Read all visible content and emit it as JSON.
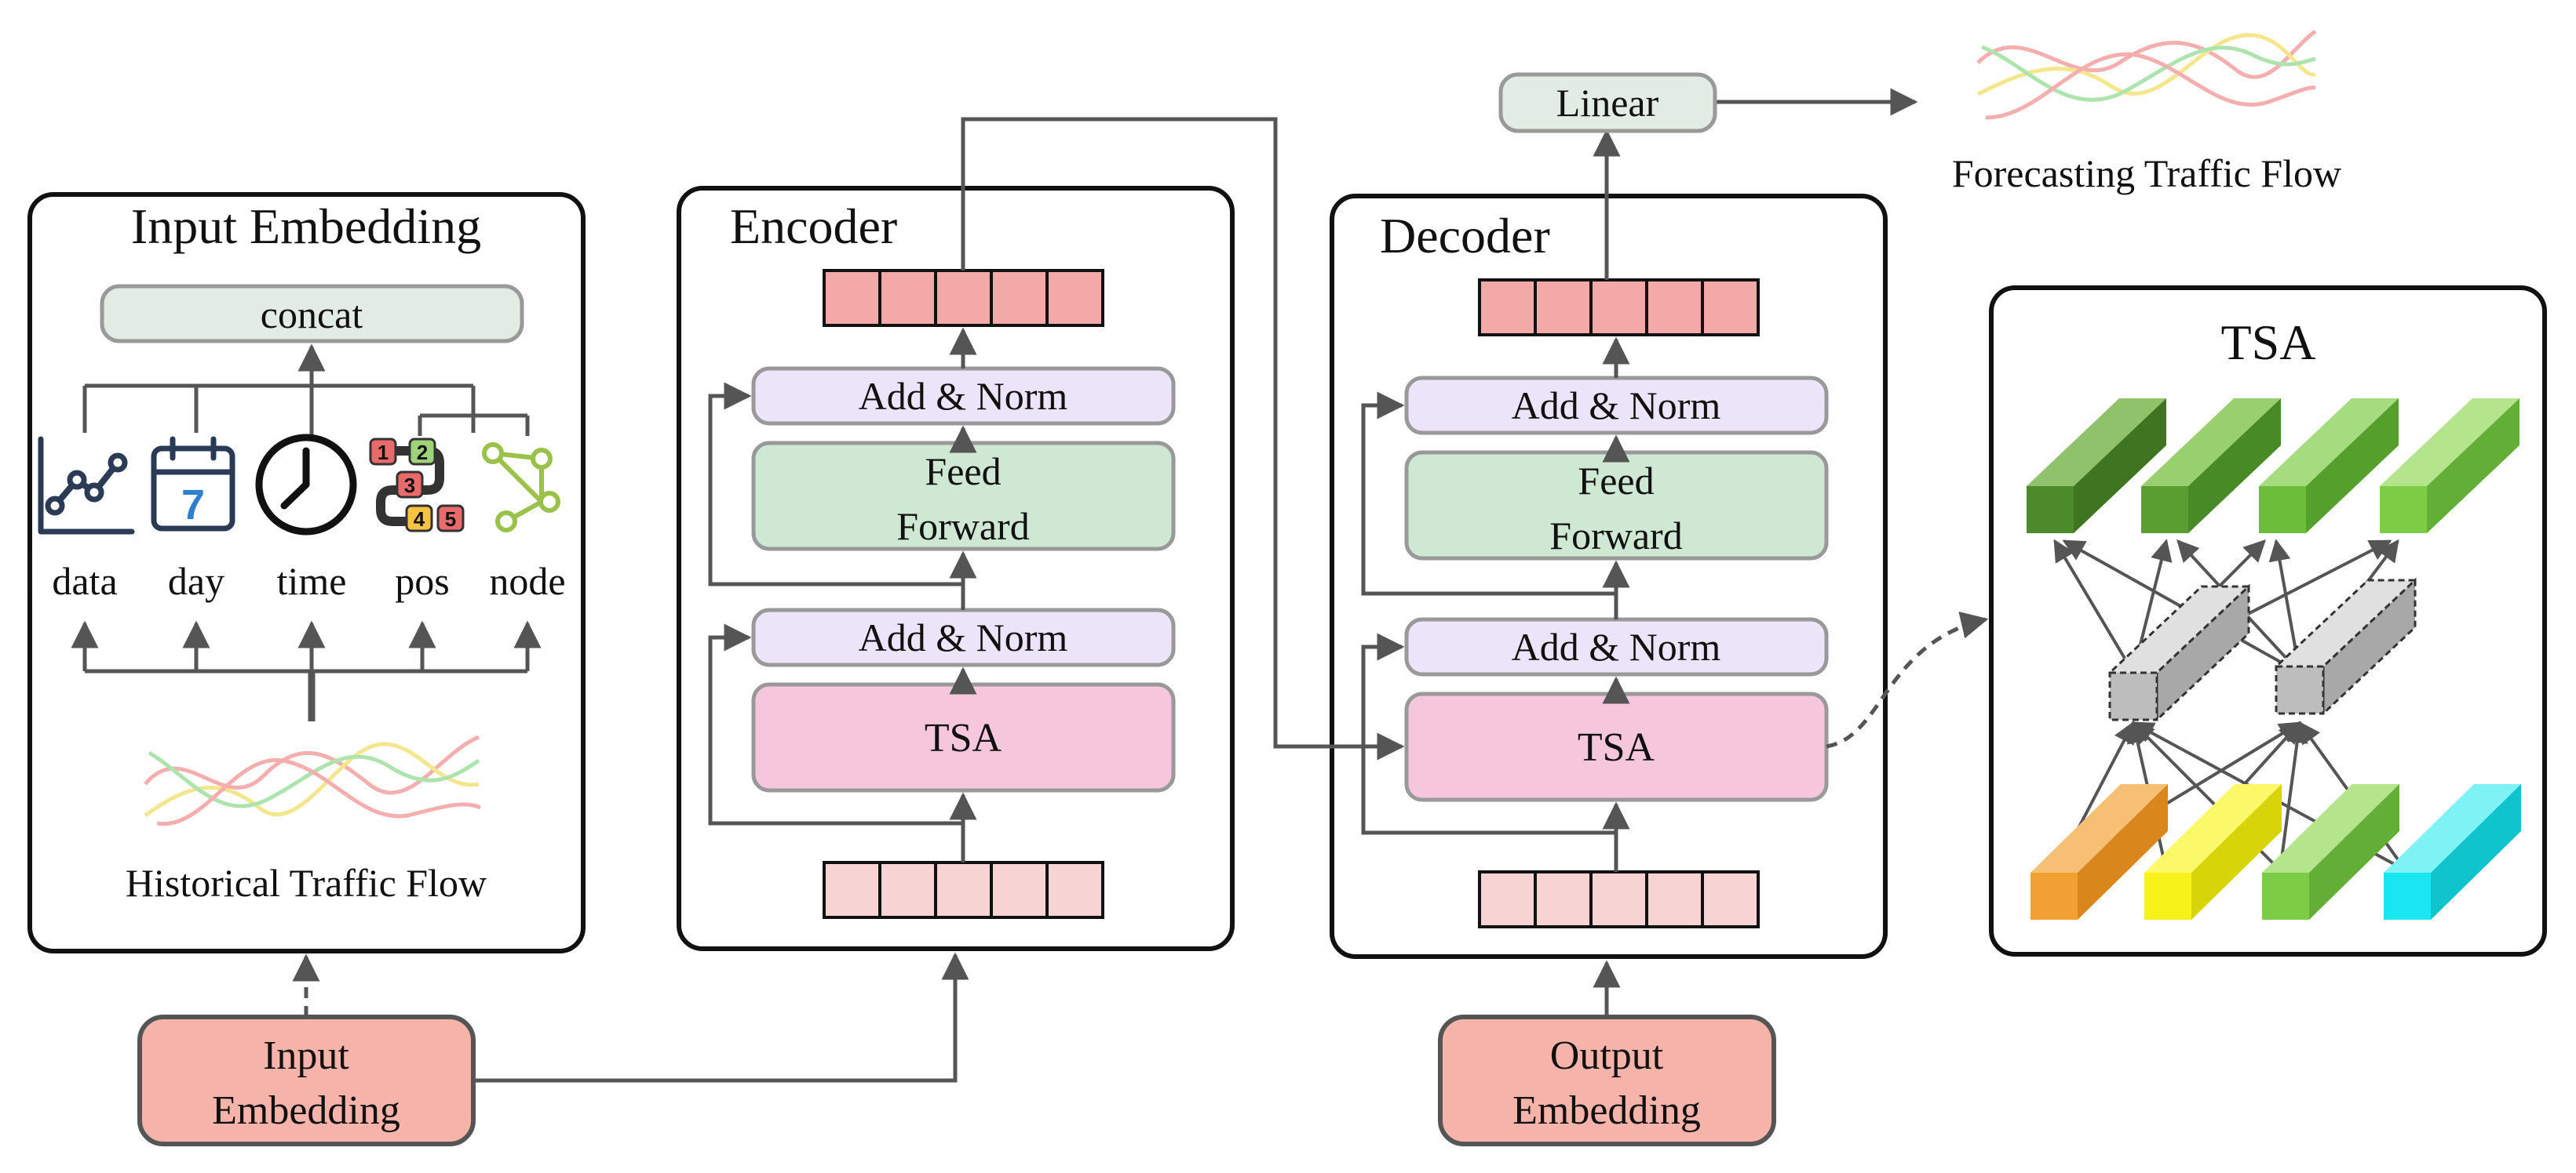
{
  "colors": {
    "panel_border": "#111111",
    "concat_fill": "#e3ebe5",
    "norm_fill": "#ece4f8",
    "ff_fill": "#cfe8d3",
    "tsa_fill": "#f6c7dc",
    "embed_fill": "#f5b3aa",
    "token_out_fill": "#f4a9a9",
    "token_in_fill": "#f8d3d3",
    "linear_fill": "#e3ebe5",
    "arrow": "#555555",
    "wave_red": "#f4a0a0",
    "wave_yellow": "#f3e27a",
    "wave_green": "#9fe0a0"
  },
  "input_panel": {
    "title": "Input Embedding",
    "concat": "concat",
    "features": [
      {
        "label": "data",
        "icon": "line-chart-icon"
      },
      {
        "label": "day",
        "icon": "calendar-icon"
      },
      {
        "label": "time",
        "icon": "clock-icon"
      },
      {
        "label": "pos",
        "icon": "position-icon"
      },
      {
        "label": "node",
        "icon": "graph-node-icon"
      }
    ],
    "calendar_number": "7",
    "position_numbers": [
      "1",
      "2",
      "3",
      "4",
      "5"
    ],
    "caption": "Historical Traffic Flow"
  },
  "encoder": {
    "title": "Encoder",
    "add_norm_top": "Add & Norm",
    "feed_forward": [
      "Feed",
      "Forward"
    ],
    "add_norm_bottom": "Add & Norm",
    "tsa": "TSA"
  },
  "decoder": {
    "title": "Decoder",
    "add_norm_top": "Add & Norm",
    "feed_forward": [
      "Feed",
      "Forward"
    ],
    "add_norm_bottom": "Add & Norm",
    "tsa": "TSA"
  },
  "input_embedding_box": [
    "Input",
    "Embedding"
  ],
  "output_embedding_box": [
    "Output",
    "Embedding"
  ],
  "linear": "Linear",
  "forecast_caption": "Forecasting Traffic Flow",
  "tsa_panel": {
    "title": "TSA",
    "top_colors": [
      "#4d8a2c",
      "#5a9e32",
      "#6bbd3a",
      "#7ccc45"
    ],
    "bottom_colors": [
      "#f2a033",
      "#f6f21a",
      "#7ccc45",
      "#19e6f0"
    ],
    "mid_color": "#bdbdbd"
  }
}
